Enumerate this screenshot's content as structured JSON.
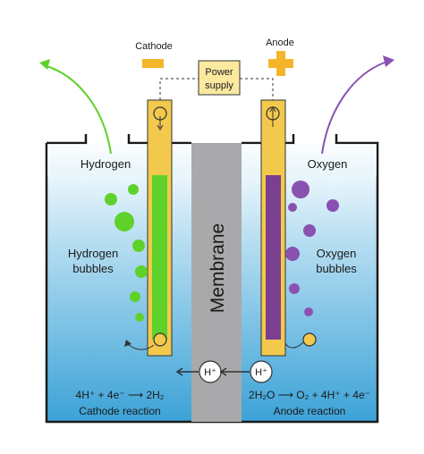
{
  "labels": {
    "cathode": "Cathode",
    "anode": "Anode",
    "power_supply_line1": "Power",
    "power_supply_line2": "supply",
    "hydrogen": "Hydrogen",
    "oxygen": "Oxygen",
    "hydrogen_bubbles_line1": "Hydrogen",
    "hydrogen_bubbles_line2": "bubbles",
    "oxygen_bubbles_line1": "Oxygen",
    "oxygen_bubbles_line2": "bubbles",
    "membrane": "Membrane",
    "proton_left": "H⁺",
    "proton_right": "H⁺",
    "cathode_equation": "4H⁺ + 4e⁻ ⟶ 2H₂",
    "cathode_reaction": "Cathode reaction",
    "anode_equation": "2H₂O ⟶ O₂ + 4H⁺ + 4e⁻",
    "anode_reaction": "Anode reaction",
    "minus_sign": "−",
    "plus_sign": "+"
  },
  "colors": {
    "hydrogen": "#5fd12b",
    "oxygen": "#8a52b0",
    "electrode_casing": "#f2c94c",
    "membrane": "#a9a9ab",
    "water_top": "#e7f4fb",
    "water_bottom": "#3aa3d8",
    "power_box": "#fbe9a0",
    "polarity": "#f4b52a"
  }
}
